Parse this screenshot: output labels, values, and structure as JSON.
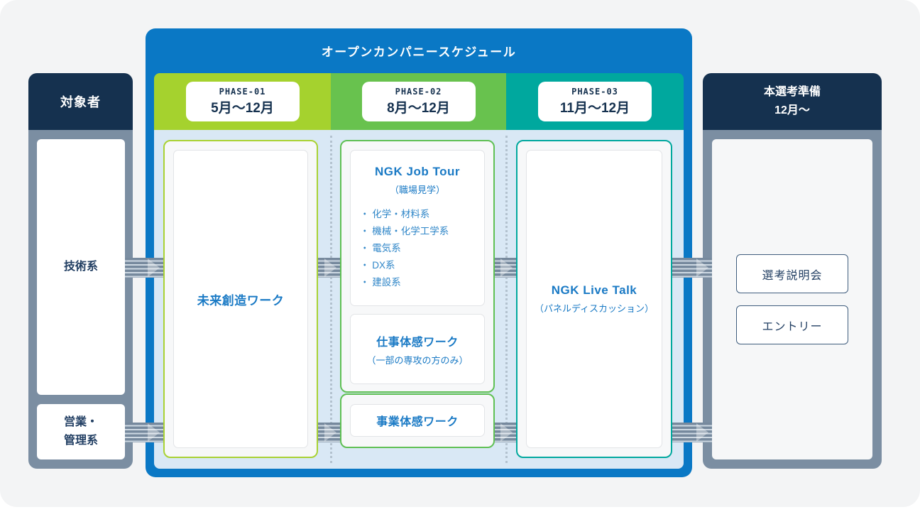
{
  "colors": {
    "page_bg": "#f3f4f5",
    "panel_blue": "#0a78c5",
    "body_light_blue": "#d9e8f5",
    "navy": "#15314f",
    "gray_connector": "#7b8ea2",
    "phase1_green": "#a5d22e",
    "phase2_green": "#68c24e",
    "phase3_teal": "#00a89e",
    "text_blue": "#1a7ac5",
    "text_navy": "#223f63"
  },
  "audience": {
    "title": "対象者",
    "items": [
      {
        "label": "技術系"
      },
      {
        "label": "営業・\n管理系"
      }
    ]
  },
  "schedule": {
    "title": "オープンカンパニースケジュール",
    "phases": [
      {
        "id": "PHASE-01",
        "period": "5月〜12月"
      },
      {
        "id": "PHASE-02",
        "period": "8月〜12月"
      },
      {
        "id": "PHASE-03",
        "period": "11月〜12月"
      }
    ],
    "phase1_card": {
      "title": "未来創造ワーク"
    },
    "phase2_job_tour": {
      "title": "NGK Job Tour",
      "subtitle": "（職場見学）",
      "bullets": [
        "・ 化学・材料系",
        "・ 機械・化学工学系",
        "・ 電気系",
        "・ DX系",
        "・ 建設系"
      ]
    },
    "phase2_work_card": {
      "title": "仕事体感ワーク",
      "subtitle": "（一部の専攻の方のみ）"
    },
    "phase2_business_card": {
      "title": "事業体感ワーク"
    },
    "phase3_card": {
      "title": "NGK Live Talk",
      "subtitle": "（パネルディスカッション）"
    }
  },
  "preparation": {
    "title": "本選考準備\n12月〜",
    "buttons": [
      {
        "label": "選考説明会"
      },
      {
        "label": "エントリー"
      }
    ]
  }
}
